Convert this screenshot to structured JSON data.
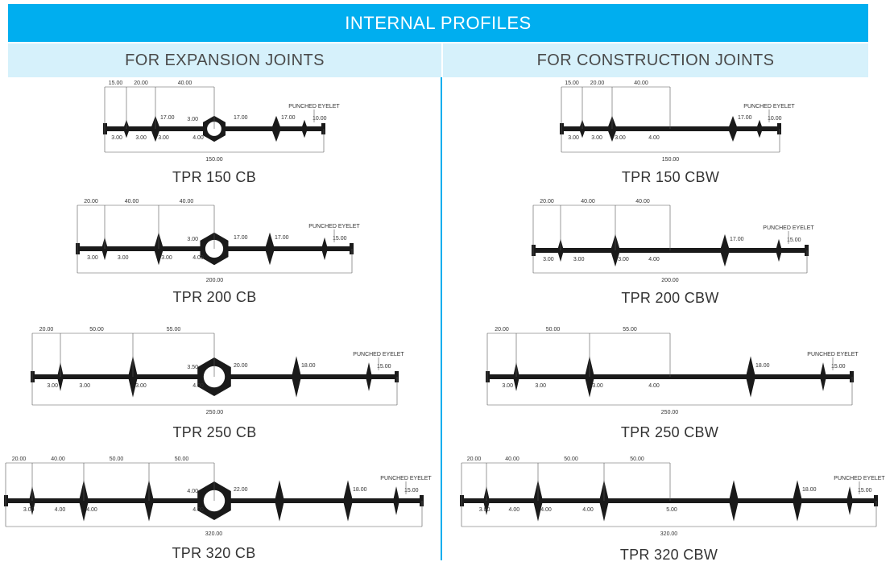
{
  "header": {
    "title": "INTERNAL PROFILES"
  },
  "columns": {
    "left": "FOR EXPANSION JOINTS",
    "right": "FOR CONSTRUCTION JOINTS"
  },
  "eyelet_label": "PUNCHED EYELET",
  "colors": {
    "header": "#00aeef",
    "subheader": "#d6f1fb",
    "profile": "#1a1a1a"
  },
  "profiles": [
    {
      "name": "TPR 150 CB",
      "type": "CB",
      "total": "150.00",
      "top_dims": [
        "15.00",
        "20.00",
        "40.00"
      ],
      "bulb_dims": [
        "17.00",
        "17.00"
      ],
      "eyelet_dim": "10.00",
      "center_dims": [
        "3.00",
        "17.00"
      ],
      "bottom_dims": [
        "3.00",
        "3.00",
        "3.00",
        "4.00"
      ]
    },
    {
      "name": "TPR 150 CBW",
      "type": "CBW",
      "total": "150.00",
      "top_dims": [
        "15.00",
        "20.00",
        "40.00"
      ],
      "bulb_dims": [
        "17.00"
      ],
      "eyelet_dim": "10.00",
      "bottom_dims": [
        "3.00",
        "3.00",
        "3.00",
        "4.00"
      ]
    },
    {
      "name": "TPR 200 CB",
      "type": "CB",
      "total": "200.00",
      "top_dims": [
        "20.00",
        "40.00",
        "40.00"
      ],
      "bulb_dims": [
        "17.00"
      ],
      "eyelet_dim": "15.00",
      "center_dims": [
        "3.00",
        "17.00"
      ],
      "bottom_dims": [
        "3.00",
        "3.00",
        "3.00",
        "4.00"
      ]
    },
    {
      "name": "TPR 200 CBW",
      "type": "CBW",
      "total": "200.00",
      "top_dims": [
        "20.00",
        "40.00",
        "40.00"
      ],
      "bulb_dims": [
        "17.00"
      ],
      "eyelet_dim": "15.00",
      "bottom_dims": [
        "3.00",
        "3.00",
        "3.00",
        "4.00"
      ]
    },
    {
      "name": "TPR 250 CB",
      "type": "CB",
      "total": "250.00",
      "top_dims": [
        "20.00",
        "50.00",
        "55.00"
      ],
      "bulb_dims": [
        "18.00"
      ],
      "eyelet_dim": "15.00",
      "center_dims": [
        "3.50",
        "20.00"
      ],
      "bottom_dims": [
        "3.00",
        "3.00",
        "3.00",
        "4.00"
      ]
    },
    {
      "name": "TPR 250 CBW",
      "type": "CBW",
      "total": "250.00",
      "top_dims": [
        "20.00",
        "50.00",
        "55.00"
      ],
      "bulb_dims": [
        "18.00"
      ],
      "eyelet_dim": "15.00",
      "bottom_dims": [
        "3.00",
        "3.00",
        "3.00",
        "4.00"
      ]
    },
    {
      "name": "TPR 320 CB",
      "type": "CB",
      "total": "320.00",
      "top_dims": [
        "20.00",
        "40.00",
        "50.00",
        "50.00"
      ],
      "bulb_dims": [
        "18.00"
      ],
      "eyelet_dim": "15.00",
      "center_dims": [
        "4.00",
        "22.00"
      ],
      "bottom_dims": [
        "3.00",
        "4.00",
        "4.00",
        "4.00"
      ]
    },
    {
      "name": "TPR 320 CBW",
      "type": "CBW",
      "total": "320.00",
      "top_dims": [
        "20.00",
        "40.00",
        "50.00",
        "50.00"
      ],
      "bulb_dims": [
        "18.00"
      ],
      "eyelet_dim": "15.00",
      "bottom_dims": [
        "3.00",
        "4.00",
        "4.00",
        "4.00",
        "5.00"
      ]
    }
  ]
}
